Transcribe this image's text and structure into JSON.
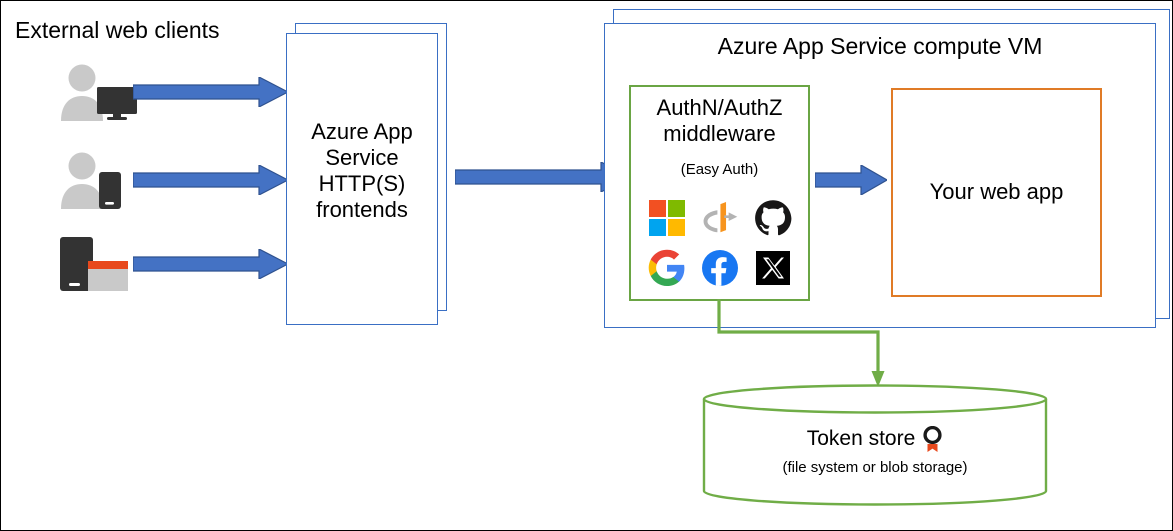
{
  "diagram": {
    "title": "Azure App Service Easy Auth architecture",
    "colors": {
      "arrow_blue": "#4472C4",
      "arrow_blue_outline": "#2F528F",
      "box_blue": "#3A6FC4",
      "box_green": "#6AA544",
      "box_orange": "#E07B26",
      "connector_green": "#70AD47",
      "icon_gray": "#C9C9C9",
      "icon_dark": "#333333",
      "accent_orange": "#E8491D"
    }
  },
  "clients": {
    "title": "External web clients",
    "items": [
      {
        "icon": "person-desktop-icon",
        "alt": "Person with desktop monitor"
      },
      {
        "icon": "person-mobile-icon",
        "alt": "Person with mobile phone"
      },
      {
        "icon": "tablet-browser-icon",
        "alt": "Tablet with browser window"
      }
    ],
    "arrows": [
      {
        "name": "client-arrow-1"
      },
      {
        "name": "client-arrow-2"
      },
      {
        "name": "client-arrow-3"
      }
    ]
  },
  "frontends": {
    "label": "Azure App\nService\nHTTP(S)\nfrontends",
    "stacked": true
  },
  "vm": {
    "title": "Azure App Service compute VM",
    "stacked": true
  },
  "middleware": {
    "title": "AuthN/AuthZ\nmiddleware",
    "subtitle": "(Easy Auth)",
    "providers": [
      {
        "name": "microsoft-logo-icon",
        "label": "Microsoft"
      },
      {
        "name": "openid-connect-logo-icon",
        "label": "OpenID Connect"
      },
      {
        "name": "github-logo-icon",
        "label": "GitHub"
      },
      {
        "name": "google-logo-icon",
        "label": "Google"
      },
      {
        "name": "facebook-logo-icon",
        "label": "Facebook"
      },
      {
        "name": "x-twitter-logo-icon",
        "label": "X"
      }
    ]
  },
  "webapp": {
    "label": "Your web app"
  },
  "token_store": {
    "title": "Token store",
    "subtitle": "(file system or blob storage)",
    "badge_icon": "award-medal-icon"
  },
  "arrows": {
    "frontend_to_middleware": "arrow-frontends-to-middleware",
    "middleware_to_webapp": "arrow-middleware-to-webapp",
    "middleware_to_tokenstore": "connector-middleware-to-token-store"
  }
}
